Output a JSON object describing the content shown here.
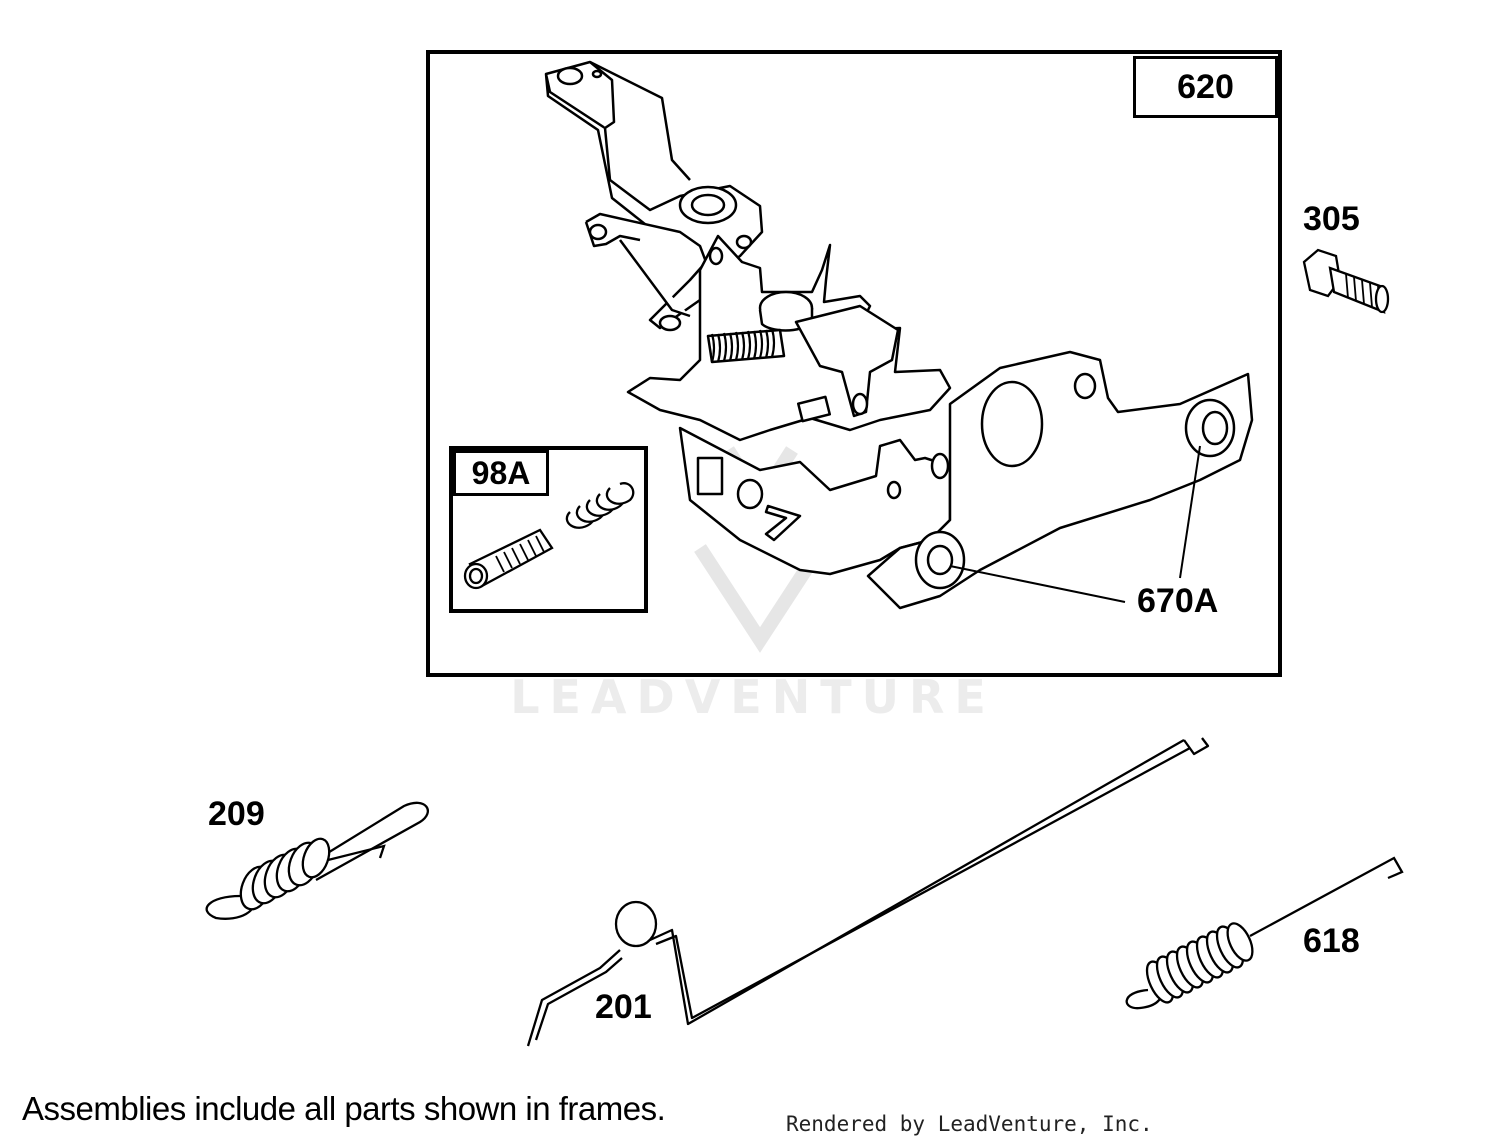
{
  "frames": {
    "main_assembly": "620",
    "kit": "98A"
  },
  "parts": {
    "screw": "305",
    "bushing": "670A",
    "spring_link": "209",
    "link_rod": "201",
    "extension_spring": "618"
  },
  "footnote": "Assemblies include all parts shown in frames.",
  "credit": "Rendered by LeadVenture, Inc.",
  "watermark": "LEADVENTURE"
}
